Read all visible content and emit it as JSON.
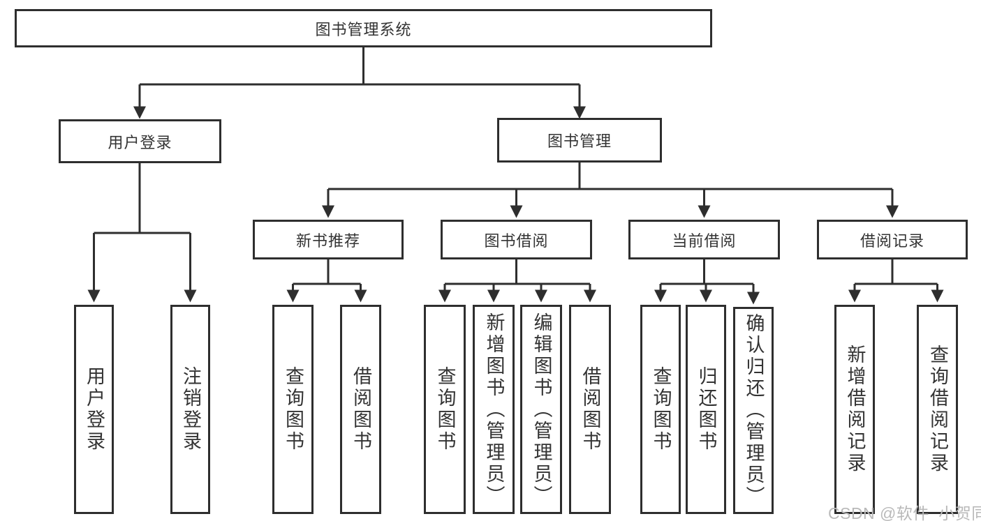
{
  "tree": {
    "label": "图书管理系统",
    "children": [
      {
        "label": "用户登录",
        "children": [
          {
            "label": "用户登录"
          },
          {
            "label": "注销登录"
          }
        ]
      },
      {
        "label": "图书管理",
        "children": [
          {
            "label": "新书推荐",
            "children": [
              {
                "label": "查询图书"
              },
              {
                "label": "借阅图书"
              }
            ]
          },
          {
            "label": "图书借阅",
            "children": [
              {
                "label": "查询图书"
              },
              {
                "label": "新增图书（管理员）"
              },
              {
                "label": "编辑图书（管理员）"
              },
              {
                "label": "借阅图书"
              }
            ]
          },
          {
            "label": "当前借阅",
            "children": [
              {
                "label": "查询图书"
              },
              {
                "label": "归还图书"
              },
              {
                "label": "确认归还（管理员）"
              }
            ]
          },
          {
            "label": "借阅记录",
            "children": [
              {
                "label": "新增借阅记录"
              },
              {
                "label": "查询借阅记录"
              }
            ]
          }
        ]
      }
    ]
  },
  "watermark": {
    "text": "CSDN @软件_小贺同学"
  },
  "colors": {
    "line": "#2e2e2e",
    "box_border": "#2e2e2e",
    "text": "#333333",
    "watermark": "#b9b9b9",
    "background": "#ffffff"
  }
}
